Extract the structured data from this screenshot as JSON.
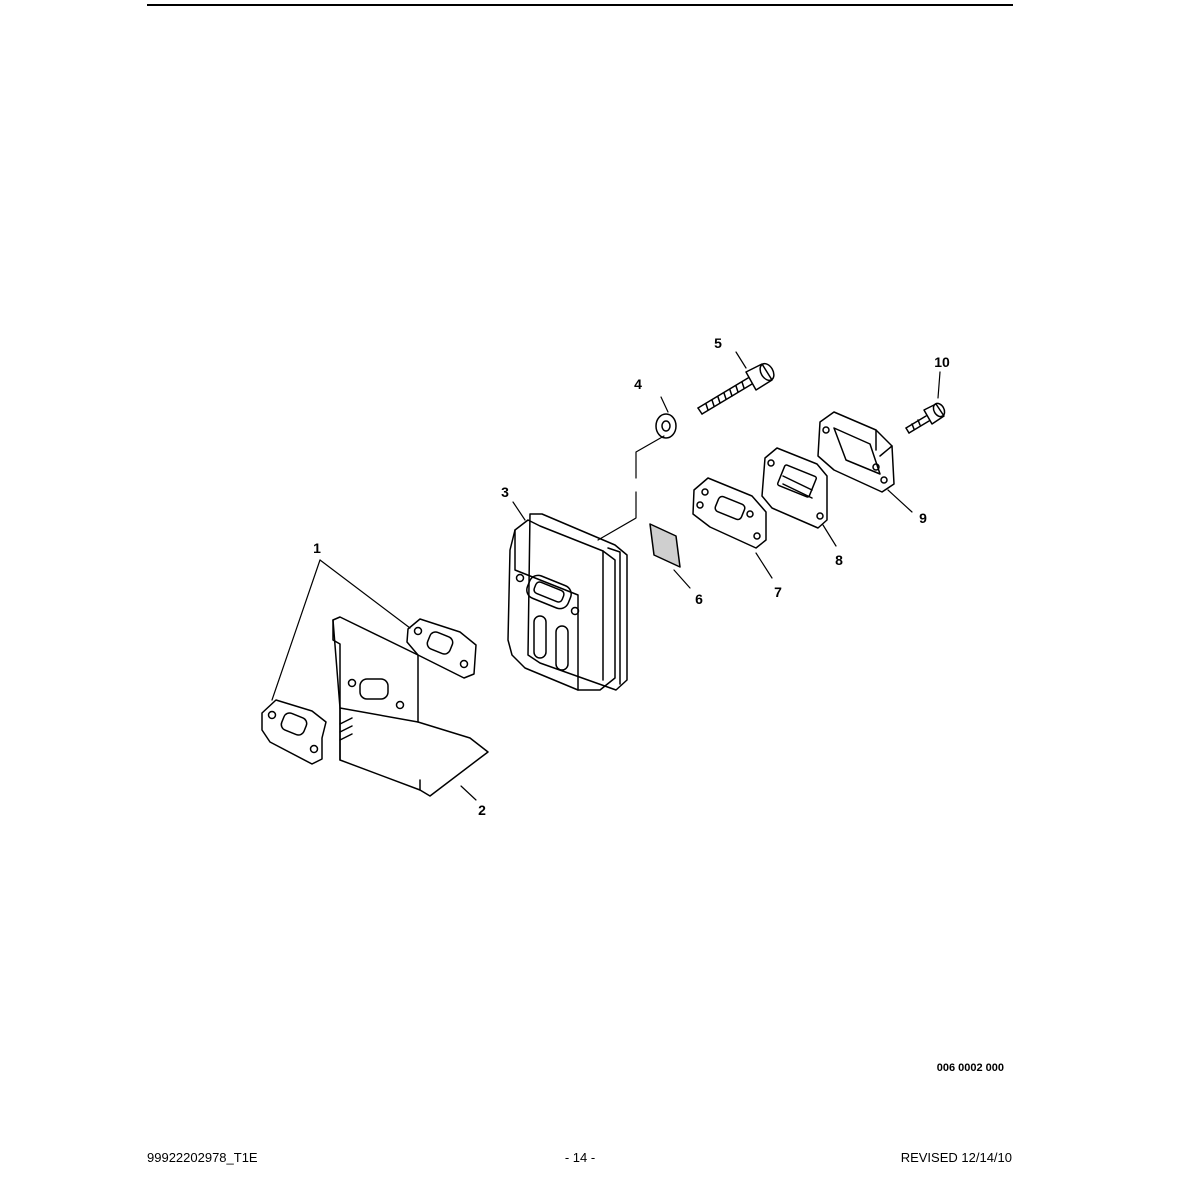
{
  "diagram": {
    "callouts": [
      "1",
      "2",
      "3",
      "4",
      "5",
      "6",
      "7",
      "8",
      "9",
      "10"
    ],
    "reference_code": "006 0002 000"
  },
  "footer": {
    "part_number": "99922202978_T1E",
    "page": "- 14 -",
    "revised": "REVISED 12/14/10"
  }
}
